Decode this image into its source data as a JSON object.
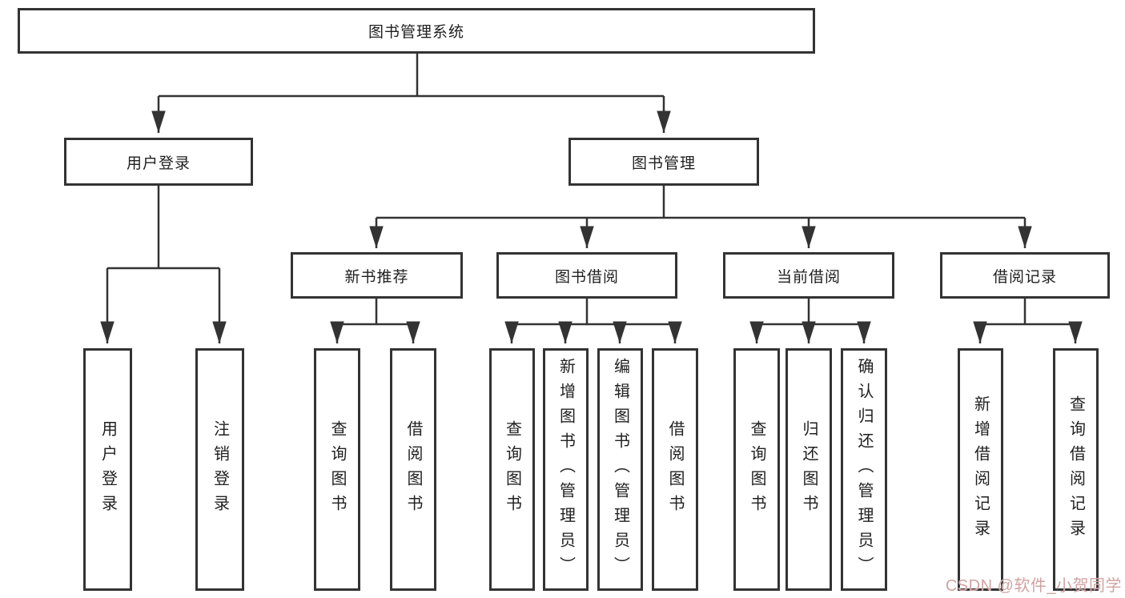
{
  "watermark": "CSDN @软件_小贺同学",
  "colors": {
    "line": "#333333",
    "box_border": "#333333",
    "text": "#1f1f1f",
    "watermark": "#d2a2a2",
    "background": "#ffffff"
  },
  "tree": {
    "label": "图书管理系统",
    "children": [
      {
        "label": "用户登录",
        "children": [
          {
            "label": "用户登录"
          },
          {
            "label": "注销登录"
          }
        ]
      },
      {
        "label": "图书管理",
        "children": [
          {
            "label": "新书推荐",
            "children": [
              {
                "label": "查询图书"
              },
              {
                "label": "借阅图书"
              }
            ]
          },
          {
            "label": "图书借阅",
            "children": [
              {
                "label": "查询图书"
              },
              {
                "label": "新增图书（管理员）"
              },
              {
                "label": "编辑图书（管理员）"
              },
              {
                "label": "借阅图书"
              }
            ]
          },
          {
            "label": "当前借阅",
            "children": [
              {
                "label": "查询图书"
              },
              {
                "label": "归还图书"
              },
              {
                "label": "确认归还（管理员）"
              }
            ]
          },
          {
            "label": "借阅记录",
            "children": [
              {
                "label": "新增借阅记录"
              },
              {
                "label": "查询借阅记录"
              }
            ]
          }
        ]
      }
    ]
  }
}
